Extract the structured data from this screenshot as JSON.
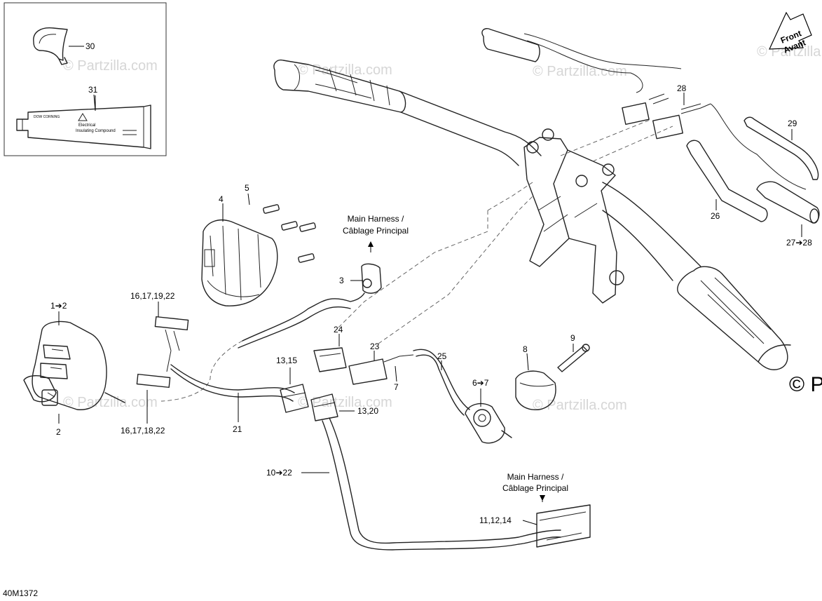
{
  "watermark": "© Partzilla.com",
  "copyright_fragment": "© Pa",
  "diagram_code": "40M1372",
  "direction_arrow": {
    "line1": "Front",
    "line2": "Avant"
  },
  "tube_text": {
    "brand": "DOW CORNING",
    "line1": "Electrical",
    "line2": "Insulating Compound"
  },
  "callouts": {
    "c30": "30",
    "c31": "31",
    "c28": "28",
    "c29": "29",
    "c26": "26",
    "c27_28": "27➔28",
    "c5": "5",
    "c4": "4",
    "c3": "3",
    "c1_2": "1➔2",
    "c2": "2",
    "c16_17_19_22": "16,17,19,22",
    "c16_17_18_22": "16,17,18,22",
    "c21": "21",
    "c24": "24",
    "c23": "23",
    "c7": "7",
    "c25": "25",
    "c6_7": "6➔7",
    "c8": "8",
    "c9": "9",
    "c13_15": "13,15",
    "c13_20": "13,20",
    "c10_22": "10➔22",
    "c11_12_14": "11,12,14"
  },
  "notes": {
    "main_harness_1": {
      "line1": "Main Harness /",
      "line2": "Câblage Principal"
    },
    "main_harness_2": {
      "line1": "Main Harness /",
      "line2": "Câblage Principal"
    }
  }
}
